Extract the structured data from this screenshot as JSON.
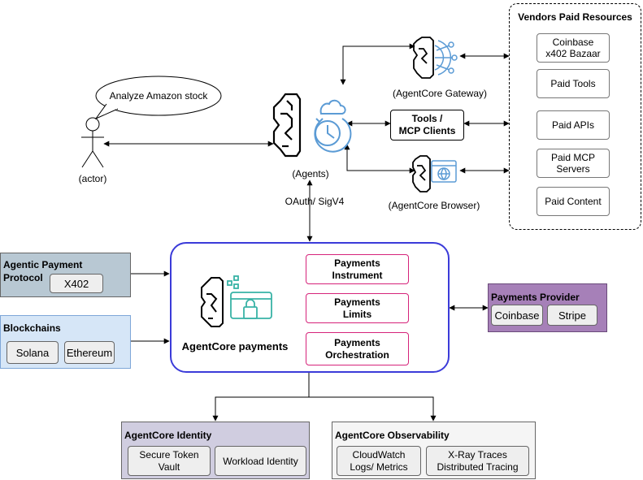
{
  "speech_bubble": "Analyze Amazon stock",
  "actor_label": "(actor)",
  "agents_label": "(Agents)",
  "gateway_label": "(AgentCore Gateway)",
  "browser_label": "(AgentCore Browser)",
  "tools_box": {
    "line1": "Tools /",
    "line2": "MCP Clients"
  },
  "auth_label": "OAuth/ SigV4",
  "vendors": {
    "title": "Vendors Paid Resources",
    "items": [
      {
        "line1": "Coinbase",
        "line2": "x402 Bazaar"
      },
      {
        "line1": "Paid Tools",
        "line2": ""
      },
      {
        "line1": "Paid APIs",
        "line2": ""
      },
      {
        "line1": "Paid MCP",
        "line2": "Servers"
      },
      {
        "line1": "Paid Content",
        "line2": ""
      }
    ]
  },
  "agentic_payment_protocol": {
    "title_line1": "Agentic Payment",
    "title_line2": "Protocol",
    "chip": "X402"
  },
  "blockchains": {
    "title": "Blockchains",
    "chips": [
      "Solana",
      "Ethereum"
    ]
  },
  "payments": {
    "label": "AgentCore payments",
    "modules": [
      {
        "line1": "Payments",
        "line2": "Instrument"
      },
      {
        "line1": "Payments",
        "line2": "Limits"
      },
      {
        "line1": "Payments",
        "line2": "Orchestration"
      }
    ]
  },
  "payments_provider": {
    "title": "Payments Provider",
    "chips": [
      "Coinbase",
      "Stripe"
    ]
  },
  "identity": {
    "title": "AgentCore Identity",
    "chips": [
      {
        "line1": "Secure Token",
        "line2": "Vault"
      },
      {
        "line1": "Workload Identity",
        "line2": ""
      }
    ]
  },
  "observability": {
    "title": "AgentCore Observability",
    "chips": [
      {
        "line1": "CloudWatch",
        "line2": "Logs/ Metrics"
      },
      {
        "line1": "X-Ray Traces",
        "line2": "Distributed Tracing"
      }
    ]
  },
  "colors": {
    "payments_border": "#3b3bd9",
    "pink_border": "#d6237a",
    "protocol_bg": "#b8c8d3",
    "blockchains_bg": "#d6e6f7",
    "provider_bg": "#a680b8",
    "identity_bg": "#d0cde0",
    "observability_bg": "#f5f5f5",
    "teal_accent": "#38b2a6",
    "cloud_blue": "#5b9bd5"
  }
}
